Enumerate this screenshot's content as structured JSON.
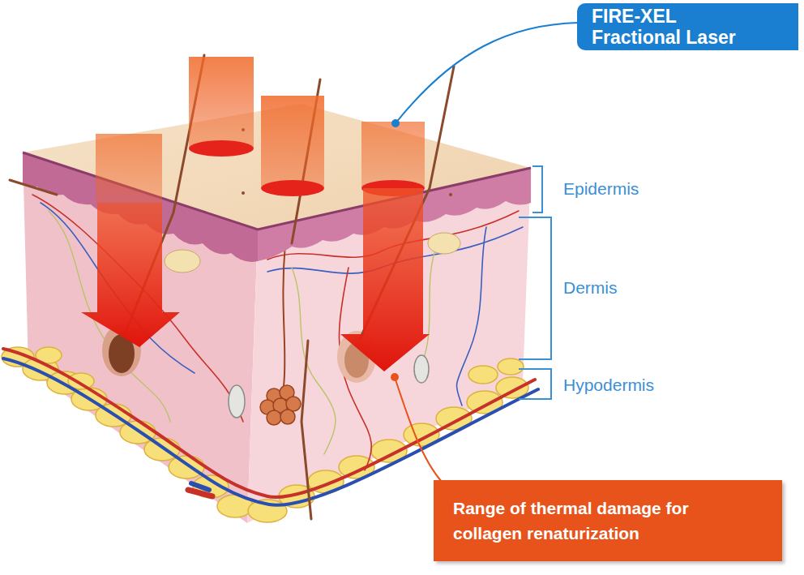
{
  "diagram": {
    "nodes": [
      {
        "text": [
          "FIRE-XEL Fractional Laser"
        ]
      },
      {
        "text": [
          "Range of thermal damage for collagen renaturization"
        ]
      }
    ],
    "labels": [
      "Epidermis",
      "Dermis",
      "Hypodermis"
    ]
  }
}
